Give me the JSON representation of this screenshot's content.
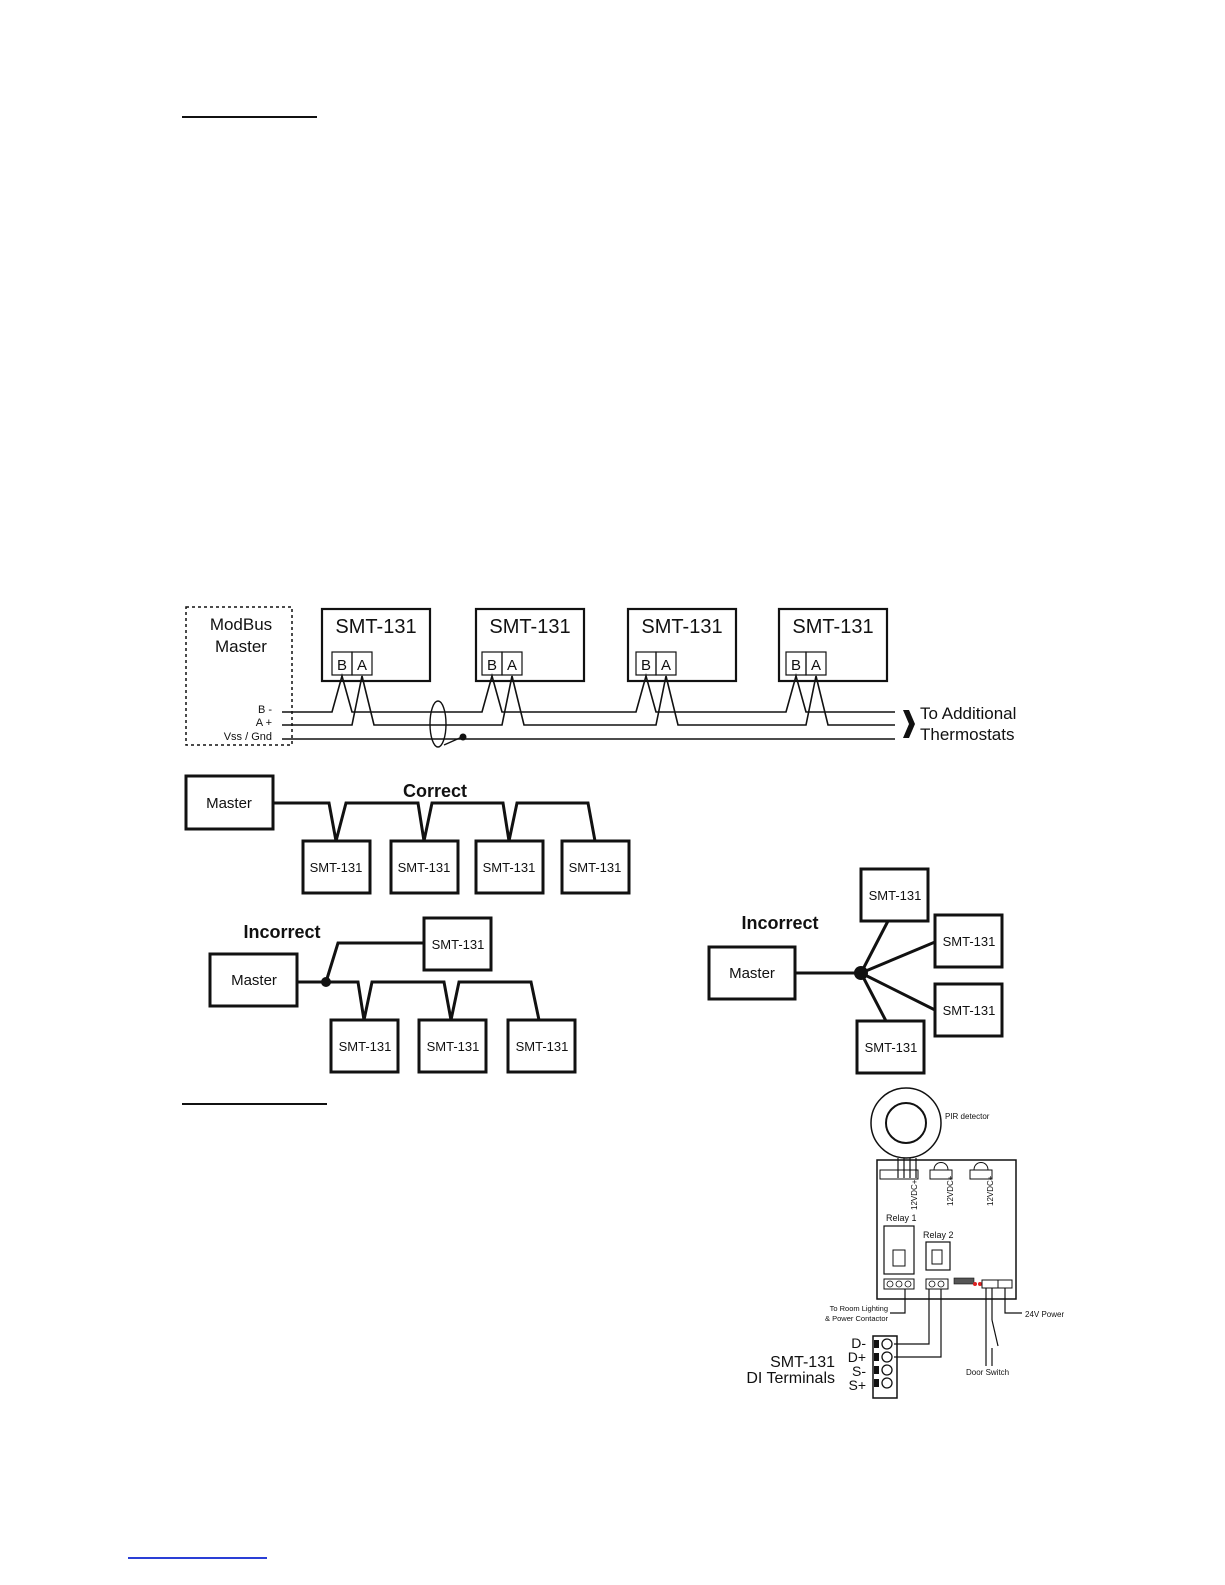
{
  "bus_diagram": {
    "master_label_line1": "ModBus",
    "master_label_line2": "Master",
    "device_label": "SMT-131",
    "terminal_b": "B",
    "terminal_a": "A",
    "wire_b": "B -",
    "wire_a": "A +",
    "wire_gnd": "Vss / Gnd",
    "continuation_line1": "To Additional",
    "continuation_line2": "Thermostats"
  },
  "topology": {
    "correct_label": "Correct",
    "incorrect_label": "Incorrect",
    "master_label": "Master",
    "device_label": "SMT-131"
  },
  "wiring": {
    "pir_label": "PIR detector",
    "power_12v": "12VDC+",
    "relay1_label": "Relay 1",
    "relay2_label": "Relay 2",
    "room_lighting_line1": "To Room Lighting",
    "room_lighting_line2": "& Power Contactor",
    "power_24v": "24V Power",
    "door_switch": "Door Switch",
    "di_title_line1": "SMT-131",
    "di_title_line2": "DI Terminals",
    "di_terminals": [
      "D-",
      "D+",
      "S-",
      "S+"
    ]
  }
}
